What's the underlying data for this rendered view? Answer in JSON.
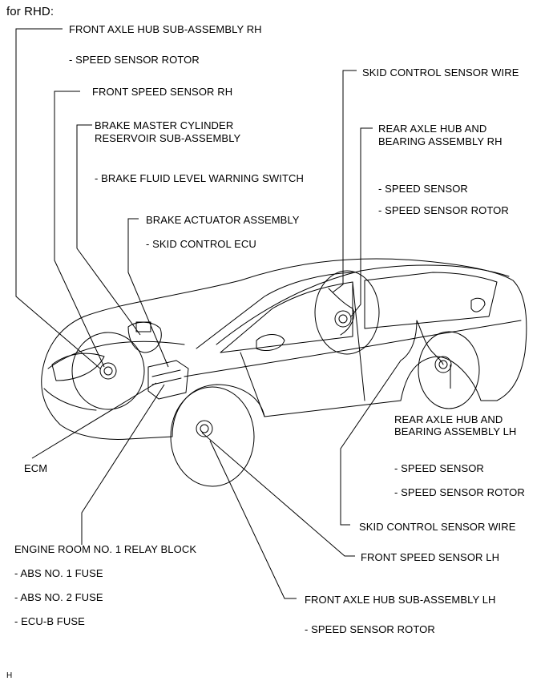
{
  "header": "for RHD:",
  "labels": {
    "front_axle_hub_rh": "FRONT AXLE HUB SUB-ASSEMBLY RH",
    "front_axle_hub_rh_sub": "- SPEED SENSOR ROTOR",
    "front_speed_sensor_rh": "FRONT SPEED SENSOR RH",
    "brake_master_cyl_1": "BRAKE MASTER CYLINDER",
    "brake_master_cyl_2": "RESERVOIR SUB-ASSEMBLY",
    "brake_master_cyl_sub": "- BRAKE FLUID LEVEL WARNING SWITCH",
    "brake_actuator": "BRAKE ACTUATOR ASSEMBLY",
    "brake_actuator_sub": "- SKID CONTROL ECU",
    "skid_wire_top": "SKID CONTROL SENSOR WIRE",
    "rear_hub_rh_1": "REAR AXLE HUB AND",
    "rear_hub_rh_2": "BEARING ASSEMBLY RH",
    "rear_hub_rh_sub1": "- SPEED SENSOR",
    "rear_hub_rh_sub2": "- SPEED SENSOR ROTOR",
    "rear_hub_lh_1": "REAR AXLE HUB AND",
    "rear_hub_lh_2": "BEARING ASSEMBLY LH",
    "rear_hub_lh_sub1": "- SPEED SENSOR",
    "rear_hub_lh_sub2": "- SPEED SENSOR ROTOR",
    "ecm": "ECM",
    "skid_wire_bottom": "SKID CONTROL SENSOR WIRE",
    "relay_block": "ENGINE ROOM NO. 1 RELAY BLOCK",
    "fuse_1": "- ABS NO. 1 FUSE",
    "fuse_2": "- ABS NO. 2 FUSE",
    "fuse_3": "- ECU-B FUSE",
    "front_speed_sensor_lh": "FRONT SPEED SENSOR LH",
    "front_axle_hub_lh": "FRONT AXLE HUB SUB-ASSEMBLY LH",
    "front_axle_hub_lh_sub": "- SPEED SENSOR ROTOR",
    "corner_mark": "H"
  }
}
